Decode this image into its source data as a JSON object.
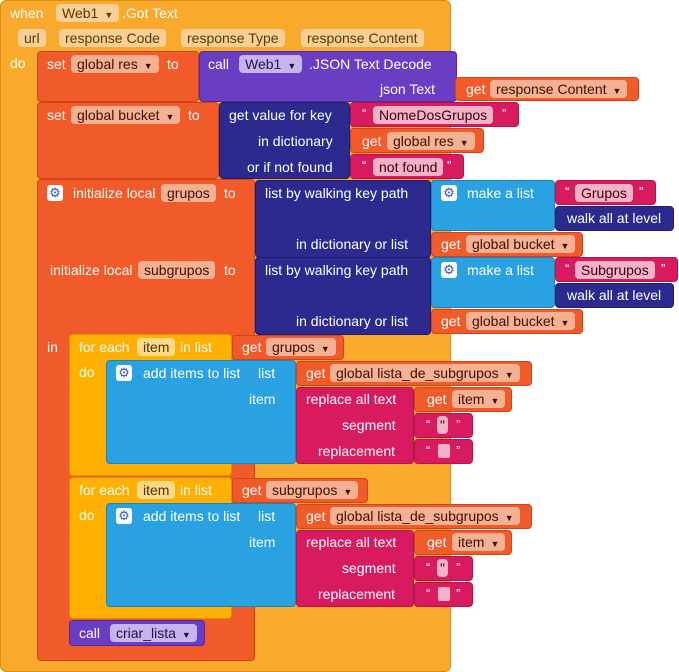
{
  "event": {
    "when": "when",
    "component": "Web1",
    "event_name": ".Got Text",
    "params": [
      "url",
      "response Code",
      "response Type",
      "response Content"
    ],
    "do": "do"
  },
  "set1": {
    "set": "set",
    "var": "global res",
    "to": "to",
    "call": "call",
    "component": "Web1",
    "method": ".JSON Text Decode",
    "arg_label": "json Text",
    "get": "get",
    "arg_var": "response Content"
  },
  "set2": {
    "set": "set",
    "var": "global bucket",
    "to": "to",
    "func": "get value for key",
    "key": "NomeDosGrupos",
    "in_dict": "in dictionary",
    "get": "get",
    "dict_var": "global res",
    "not_found_label": "or if not found",
    "not_found": "not found"
  },
  "local": {
    "init1": "initialize local",
    "name1": "grupos",
    "to": "to",
    "walk": "list by walking key path",
    "make_list": "make a list",
    "path1": "Grupos",
    "walk_all": "walk all at level",
    "in_dict_list": "in dictionary or list",
    "get": "get",
    "bucket": "global bucket",
    "init2": "initialize local",
    "name2": "subgrupos",
    "path2": "Subgrupos",
    "in": "in"
  },
  "loop1": {
    "for_each": "for each",
    "item": "item",
    "in_list": "in list",
    "get": "get",
    "list_var": "grupos",
    "do": "do",
    "add": "add items to list",
    "list_label": "list",
    "target": "global lista_de_subgrupos",
    "item_label": "item",
    "replace": "replace all text",
    "item_var": "item",
    "segment": "segment",
    "segment_value": "\"",
    "replacement": "replacement"
  },
  "loop2": {
    "for_each": "for each",
    "item": "item",
    "in_list": "in list",
    "get": "get",
    "list_var": "subgrupos",
    "do": "do",
    "add": "add items to list",
    "list_label": "list",
    "target": "global lista_de_subgrupos",
    "item_label": "item",
    "replace": "replace all text",
    "item_var": "item",
    "segment": "segment",
    "segment_value": "\"",
    "replacement": "replacement"
  },
  "call_proc": {
    "call": "call",
    "proc": "criar_lista"
  },
  "quote_open": "“",
  "quote_close": "”",
  "colors": {
    "event": "#f9a92c",
    "variable": "#f15a29",
    "text": "#d81b60",
    "dictionary": "#2c2a8f",
    "list": "#2aa1e0",
    "control": "#ffb000",
    "procedure": "#6a3ec3"
  }
}
